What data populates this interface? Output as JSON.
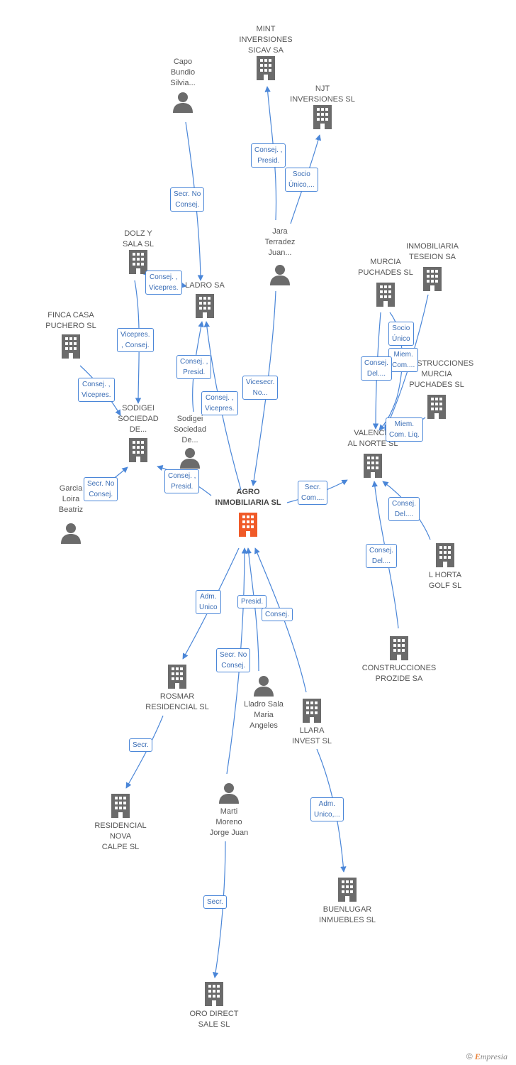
{
  "nodes": {
    "mint": {
      "label": "MINT\nINVERSIONES\nSICAV SA"
    },
    "njt": {
      "label": "NJT\nINVERSIONES SL"
    },
    "capo": {
      "label": "Capo\nBundio\nSilvia..."
    },
    "jara": {
      "label": "Jara\nTerradez\nJuan..."
    },
    "dolz": {
      "label": "DOLZ Y\nSALA SL"
    },
    "ladro": {
      "label": "LADRO SA"
    },
    "finca": {
      "label": "FINCA CASA\nPUCHERO SL"
    },
    "sodigei1": {
      "label": "SODIGEI\nSOCIEDAD\nDE..."
    },
    "sodigei2": {
      "label": "Sodigei\nSociedad\nDe..."
    },
    "garcia": {
      "label": "Garcia\nLoira\nBeatriz"
    },
    "agro": {
      "label": "AGRO\nINMOBILIARIA SL"
    },
    "murcia_puchades": {
      "label": "MURCIA\nPUCHADES SL"
    },
    "teseion": {
      "label": "INMOBILIARIA\nTESEION SA"
    },
    "construcciones_murcia": {
      "label": "CONSTRUCCIONES\nMURCIA\nPUCHADES SL"
    },
    "valencia": {
      "label": "VALENCIA\nAL NORTE SL"
    },
    "lhorta": {
      "label": "L HORTA\nGOLF SL"
    },
    "prozide": {
      "label": "CONSTRUCCIONES\nPROZIDE SA"
    },
    "rosmar": {
      "label": "ROSMAR\nRESIDENCIAL SL"
    },
    "lladro": {
      "label": "Lladro Sala\nMaria\nAngeles"
    },
    "llara": {
      "label": "LLARA\nINVEST SL"
    },
    "residencial": {
      "label": "RESIDENCIAL\nNOVA\nCALPE SL"
    },
    "marti": {
      "label": "Marti\nMoreno\nJorge Juan"
    },
    "buenlugar": {
      "label": "BUENLUGAR\nINMUEBLES SL"
    },
    "oro": {
      "label": "ORO DIRECT\nSALE SL"
    }
  },
  "relations": {
    "r_mint": "Consej. ,\nPresid.",
    "r_njt": "Socio\nÚnico,...",
    "r_capo": "Secr. No\nConsej.",
    "r_dolz_ladro": "Consej. ,\nVicepres.",
    "r_dolz_sod": "Vicepres.\n, Consej.",
    "r_sod2_ladro": "Consej. ,\nPresid.",
    "r_sod2_agro": "Consej. ,\nVicepres.",
    "r_jara": "Vicesecr.\nNo...",
    "r_finca": "Consej. ,\nVicepres.",
    "r_garcia": "Secr. No\nConsej.",
    "r_sod1_agro": "Consej. ,\nPresid.",
    "r_agro_val": "Secr.\nCom....",
    "r_mp_socio": "Socio\nÚnico",
    "r_mp_consej": "Consej.\nDel....",
    "r_tes_miem": "Miem.\nCom....",
    "r_cm_miem": "Miem.\nCom. Liq.",
    "r_lhorta": "Consej.\nDel....",
    "r_prozide": "Consej.\nDel....",
    "r_rosmar": "Adm.\nUnico",
    "r_presid": "Presid.",
    "r_consej": "Consej.",
    "r_marti_agro": "Secr. No\nConsej.",
    "r_res": "Secr.",
    "r_llara": "Adm.\nUnico,...",
    "r_oro": "Secr."
  },
  "colors": {
    "edge": "#4a86d8",
    "company": "#6b6b6b",
    "main": "#f05a28",
    "person": "#6b6b6b"
  },
  "footer": {
    "copyright": "©",
    "brand_e": "E",
    "brand_rest": "mpresia"
  }
}
